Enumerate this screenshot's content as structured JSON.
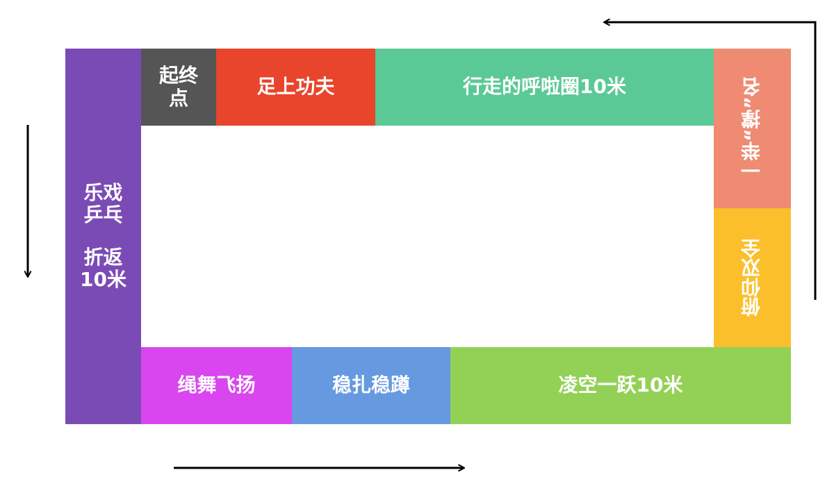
{
  "blocks": {
    "start": "起终点",
    "feet": "足上功夫",
    "hoop": "行走的呼啦圈10米",
    "name": "一举“撑”名",
    "updown": "俯仰双全",
    "jump": "凌空一跃10米",
    "steady": "稳扎稳蹲",
    "rope": "绳舞飞扬",
    "pingpong": {
      "line1": "乐戏",
      "line2": "乒乓",
      "line3": "折返",
      "line4": "10米"
    }
  },
  "colors": {
    "start": "#555555",
    "feet": "#e8452c",
    "hoop": "#5bc995",
    "name": "#ee8b72",
    "updown": "#fbbf2b",
    "jump": "#93d156",
    "steady": "#6699e0",
    "rope": "#d946ef",
    "pingpong": "#7b4bb5",
    "arrow": "#000000"
  }
}
